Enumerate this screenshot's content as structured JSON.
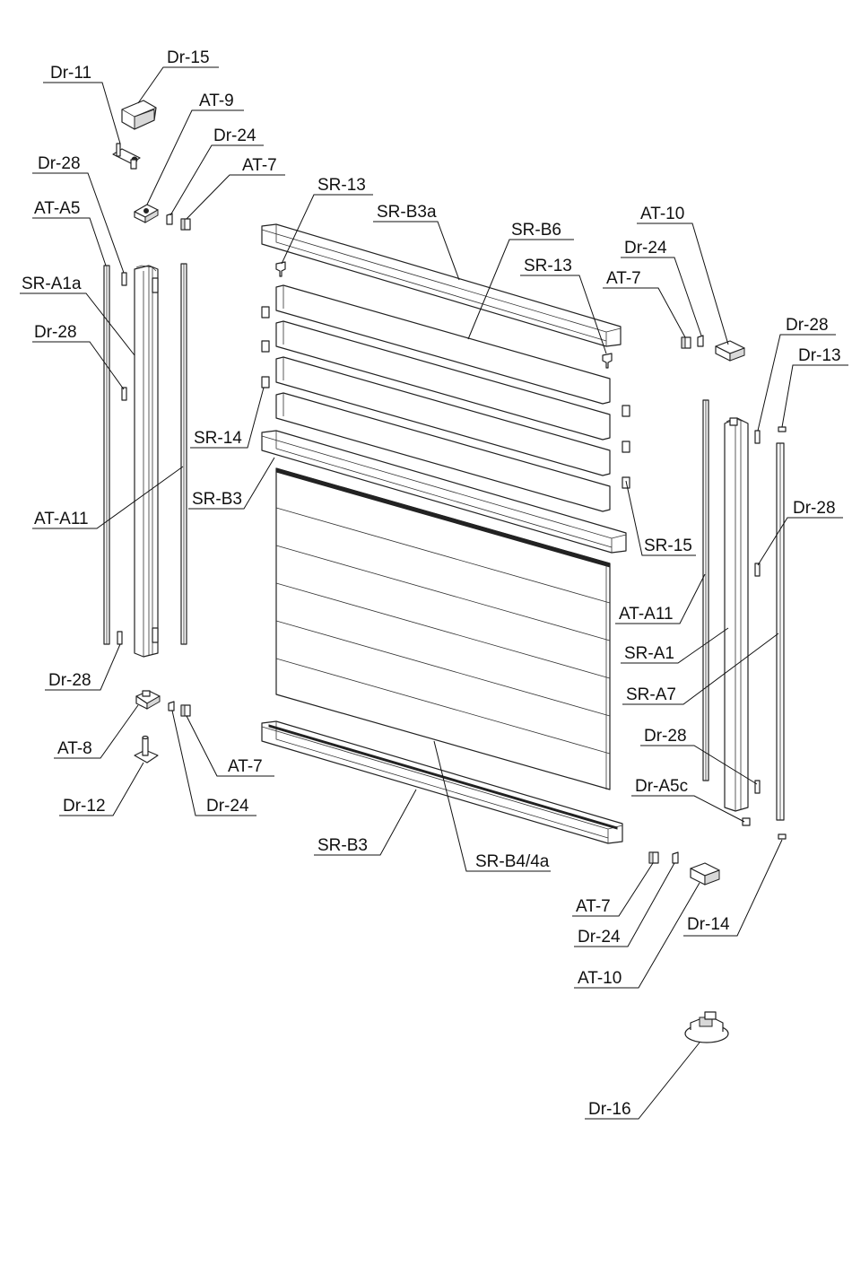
{
  "callouts": [
    {
      "id": "dr11",
      "text": "Dr-11"
    },
    {
      "id": "dr15",
      "text": "Dr-15"
    },
    {
      "id": "at9",
      "text": "AT-9"
    },
    {
      "id": "dr24a",
      "text": "Dr-24"
    },
    {
      "id": "at7a",
      "text": "AT-7"
    },
    {
      "id": "dr28a",
      "text": "Dr-28"
    },
    {
      "id": "ata5",
      "text": "AT-A5"
    },
    {
      "id": "sra1a",
      "text": "SR-A1a"
    },
    {
      "id": "dr28b",
      "text": "Dr-28"
    },
    {
      "id": "sr13a",
      "text": "SR-13"
    },
    {
      "id": "srb3a",
      "text": "SR-B3a"
    },
    {
      "id": "srb6",
      "text": "SR-B6"
    },
    {
      "id": "sr13b",
      "text": "SR-13"
    },
    {
      "id": "at10a",
      "text": "AT-10"
    },
    {
      "id": "dr24b",
      "text": "Dr-24"
    },
    {
      "id": "at7b",
      "text": "AT-7"
    },
    {
      "id": "dr28c",
      "text": "Dr-28"
    },
    {
      "id": "dr13",
      "text": "Dr-13"
    },
    {
      "id": "sr14",
      "text": "SR-14"
    },
    {
      "id": "srb3b",
      "text": "SR-B3"
    },
    {
      "id": "dr28d",
      "text": "Dr-28"
    },
    {
      "id": "ata11a",
      "text": "AT-A11"
    },
    {
      "id": "sr15",
      "text": "SR-15"
    },
    {
      "id": "ata11b",
      "text": "AT-A11"
    },
    {
      "id": "sra1",
      "text": "SR-A1"
    },
    {
      "id": "sra7",
      "text": "SR-A7"
    },
    {
      "id": "dr28e",
      "text": "Dr-28"
    },
    {
      "id": "dr28f",
      "text": "Dr-28"
    },
    {
      "id": "dra5c",
      "text": "Dr-A5c"
    },
    {
      "id": "at8",
      "text": "AT-8"
    },
    {
      "id": "at7c",
      "text": "AT-7"
    },
    {
      "id": "dr12",
      "text": "Dr-12"
    },
    {
      "id": "dr24c",
      "text": "Dr-24"
    },
    {
      "id": "srb3c",
      "text": "SR-B3"
    },
    {
      "id": "srb44a",
      "text": "SR-B4/4a"
    },
    {
      "id": "at7d",
      "text": "AT-7"
    },
    {
      "id": "dr14",
      "text": "Dr-14"
    },
    {
      "id": "dr24d",
      "text": "Dr-24"
    },
    {
      "id": "at10b",
      "text": "AT-10"
    },
    {
      "id": "dr16",
      "text": "Dr-16"
    }
  ]
}
